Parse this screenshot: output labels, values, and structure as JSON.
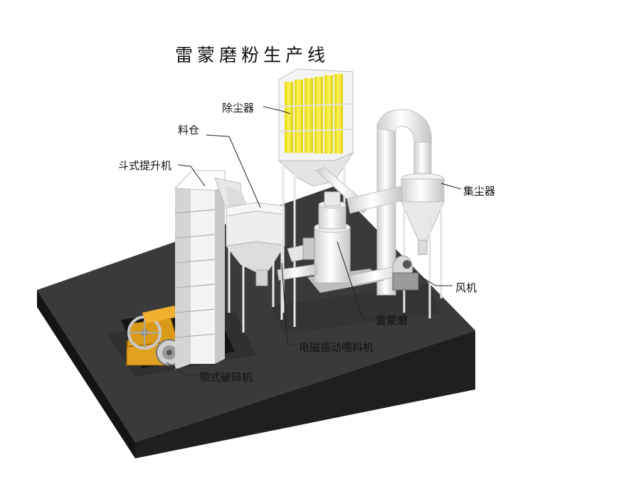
{
  "title": "雷蒙磨粉生产线",
  "labels": {
    "dust_collector": "除尘器",
    "silo": "料仓",
    "bucket_elevator": "斗式提升机",
    "cyclone": "集尘器",
    "fan": "风机",
    "raymond_mill": "雷蒙磨",
    "vibrating_feeder": "电磁振动喂料机",
    "jaw_crusher": "颚式破碎机"
  },
  "colors": {
    "platform_top": "#383838",
    "platform_front": "#1c1c1c",
    "platform_side": "#0d0d0d",
    "equipment": "#ececec",
    "filter_bags": "#f2ea1a",
    "crusher_frame": "#e0a020"
  }
}
